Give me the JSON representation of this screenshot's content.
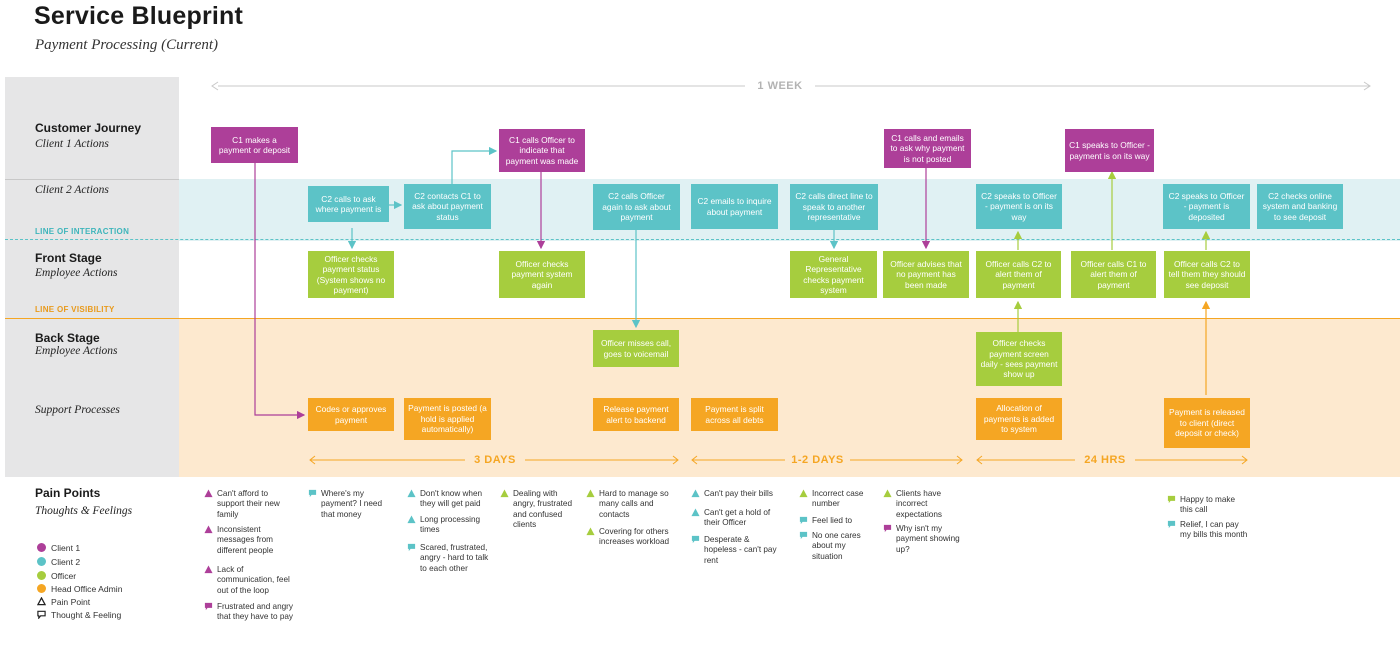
{
  "header": {
    "title": "Service Blueprint",
    "subtitle": "Payment Processing (Current)"
  },
  "timeline": {
    "label": "1 WEEK"
  },
  "rows": {
    "customer_journey": {
      "title": "Customer Journey",
      "subtitle": "Client 1 Actions"
    },
    "client2": {
      "subtitle": "Client 2 Actions"
    },
    "line_of_interaction": "LINE OF INTERACTION",
    "front_stage": {
      "title": "Front Stage",
      "subtitle": "Employee Actions"
    },
    "line_of_visibility": "LINE OF VISIBILITY",
    "back_stage": {
      "title": "Back Stage",
      "subtitle": "Employee Actions"
    },
    "support": {
      "subtitle": "Support Processes"
    },
    "pain_points": {
      "title": "Pain Points",
      "subtitle": "Thoughts & Feelings"
    }
  },
  "colors": {
    "client1": "#ad3f99",
    "client2": "#5cc3c7",
    "officer": "#a6cd3e",
    "head_office": "#f5a623",
    "band_interaction": "#e0f1f3",
    "band_back": "#fde9cf",
    "sidebar": "#e6e6e7"
  },
  "boxes": {
    "c1": [
      "C1 makes a payment or deposit",
      "C1 calls Officer to indicate that payment was made",
      "C1 calls and emails to ask why payment is not posted",
      "C1 speaks to Officer - payment is on its way"
    ],
    "c2": [
      "C2 calls to ask where payment is",
      "C2 contacts C1 to ask about payment status",
      "C2 calls Officer again to ask about payment",
      "C2 emails to inquire about payment",
      "C2 calls direct line to speak to another representative",
      "C2 speaks to Officer - payment is on its way",
      "C2 speaks to Officer - payment is deposited",
      "C2 checks online system and banking to see deposit"
    ],
    "officer": [
      "Officer checks payment status (System shows no payment)",
      "Officer checks payment system again",
      "General Representative checks payment system",
      "Officer advises that no payment has been made",
      "Officer calls C2 to alert them of payment",
      "Officer calls C1 to alert them of payment",
      "Officer calls C2 to tell them they should see deposit",
      "Officer misses call, goes to voicemail",
      "Officer checks payment screen daily - sees payment show up"
    ],
    "hoa": [
      "Codes or approves payment",
      "Payment is posted (a hold is applied automatically)",
      "Release payment alert to backend",
      "Payment is split across all debts",
      "Allocation of payments is added to system",
      "Payment is released to client (direct deposit or check)"
    ]
  },
  "durations": [
    "3 DAYS",
    "1-2 DAYS",
    "24 HRS"
  ],
  "pain_points": [
    {
      "type": "pain",
      "color": "c1",
      "text": "Can't afford to support their new family"
    },
    {
      "type": "pain",
      "color": "c1",
      "text": "Inconsistent messages from different people"
    },
    {
      "type": "pain",
      "color": "c1",
      "text": "Lack of communication, feel out of the loop"
    },
    {
      "type": "thought",
      "color": "c1",
      "text": "Frustrated and angry that they have to pay"
    },
    {
      "type": "thought",
      "color": "c2",
      "text": "Where's my payment? I need that money"
    },
    {
      "type": "pain",
      "color": "c2",
      "text": "Don't know when they will get paid"
    },
    {
      "type": "pain",
      "color": "c2",
      "text": "Long processing times"
    },
    {
      "type": "thought",
      "color": "c2",
      "text": "Scared, frustrated, angry - hard to talk to each other"
    },
    {
      "type": "pain",
      "color": "off",
      "text": "Dealing with angry, frustrated and confused clients"
    },
    {
      "type": "pain",
      "color": "off",
      "text": "Hard to manage so many calls and contacts"
    },
    {
      "type": "pain",
      "color": "off",
      "text": "Covering for others increases workload"
    },
    {
      "type": "pain",
      "color": "c2",
      "text": "Can't pay their bills"
    },
    {
      "type": "pain",
      "color": "c2",
      "text": "Can't get a hold of their Officer"
    },
    {
      "type": "thought",
      "color": "c2",
      "text": "Desperate & hopeless - can't pay rent"
    },
    {
      "type": "pain",
      "color": "off",
      "text": "Incorrect case number"
    },
    {
      "type": "thought",
      "color": "c2",
      "text": "Feel lied to"
    },
    {
      "type": "thought",
      "color": "c2",
      "text": "No one cares about my situation"
    },
    {
      "type": "pain",
      "color": "off",
      "text": "Clients have incorrect expectations"
    },
    {
      "type": "thought",
      "color": "c1",
      "text": "Why isn't my payment showing up?"
    },
    {
      "type": "thought",
      "color": "off",
      "text": "Happy to make this call"
    },
    {
      "type": "thought",
      "color": "c2",
      "text": "Relief, I can pay my bills this month"
    }
  ],
  "legend": [
    {
      "kind": "dot",
      "color": "c1",
      "label": "Client 1"
    },
    {
      "kind": "dot",
      "color": "c2",
      "label": "Client 2"
    },
    {
      "kind": "dot",
      "color": "off",
      "label": "Officer"
    },
    {
      "kind": "dot",
      "color": "hoa",
      "label": "Head Office Admin"
    },
    {
      "kind": "pain",
      "color": "dark",
      "label": "Pain Point"
    },
    {
      "kind": "thought",
      "color": "dark",
      "label": "Thought & Feeling"
    }
  ]
}
